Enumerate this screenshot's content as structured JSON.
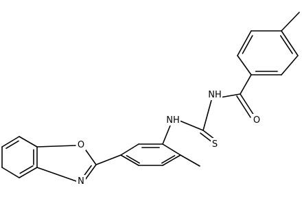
{
  "molecule": {
    "atom_labels": [
      {
        "id": "o-oxazole",
        "text": "O"
      },
      {
        "id": "n-oxazole",
        "text": "N"
      },
      {
        "id": "nh-aryl",
        "text": "NH"
      },
      {
        "id": "s-thio",
        "text": "S"
      },
      {
        "id": "nh-amide",
        "text": "NH"
      },
      {
        "id": "o-carbonyl",
        "text": "O"
      }
    ]
  }
}
